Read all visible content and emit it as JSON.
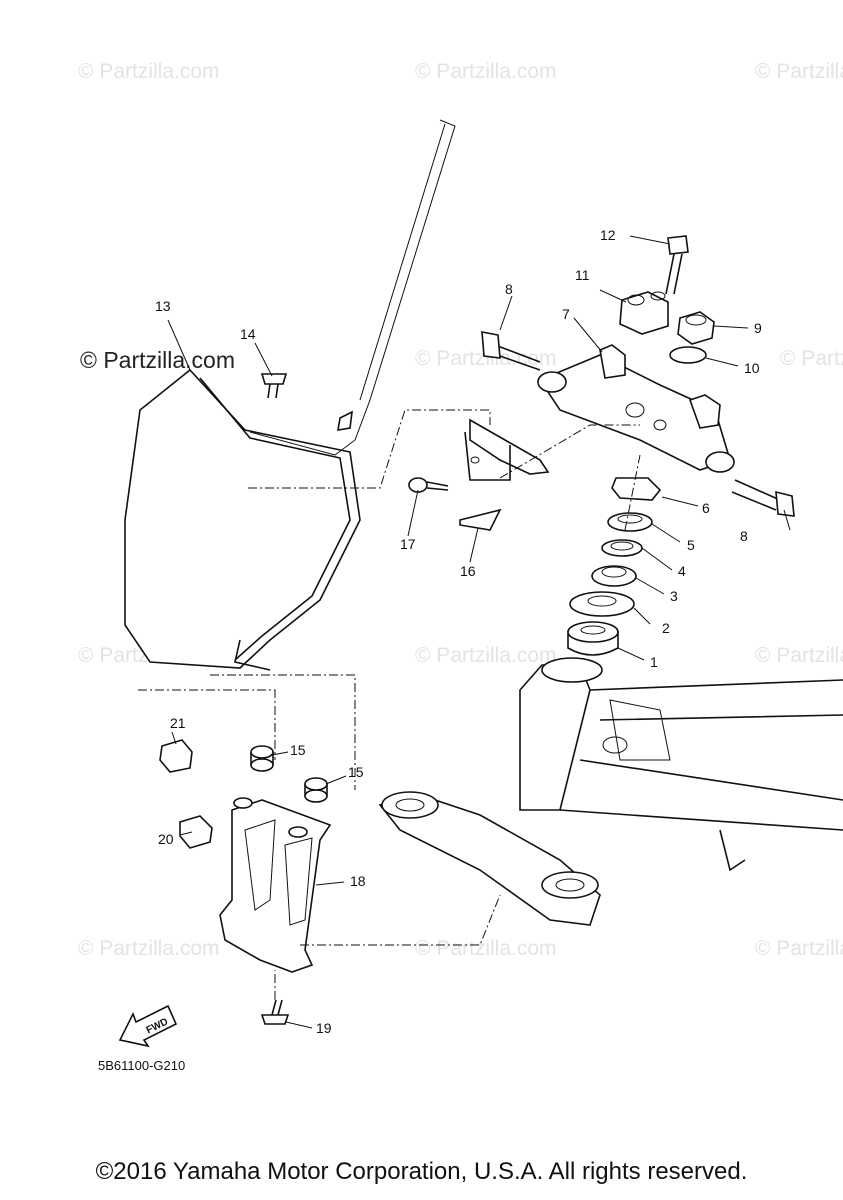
{
  "watermark": "© Partzilla.com",
  "callouts": {
    "c1": "1",
    "c2": "2",
    "c3": "3",
    "c4": "4",
    "c5": "5",
    "c6": "6",
    "c7": "7",
    "c8a": "8",
    "c8b": "8",
    "c9": "9",
    "c10": "10",
    "c11": "11",
    "c12": "12",
    "c13": "13",
    "c14": "14",
    "c15a": "15",
    "c15b": "15",
    "c16": "16",
    "c17": "17",
    "c18": "18",
    "c19": "19",
    "c20": "20",
    "c21": "21"
  },
  "fwd_label": "FWD",
  "diagram_code": "5B61100-G210",
  "copyright": "©2016 Yamaha Motor Corporation, U.S.A. All rights reserved."
}
